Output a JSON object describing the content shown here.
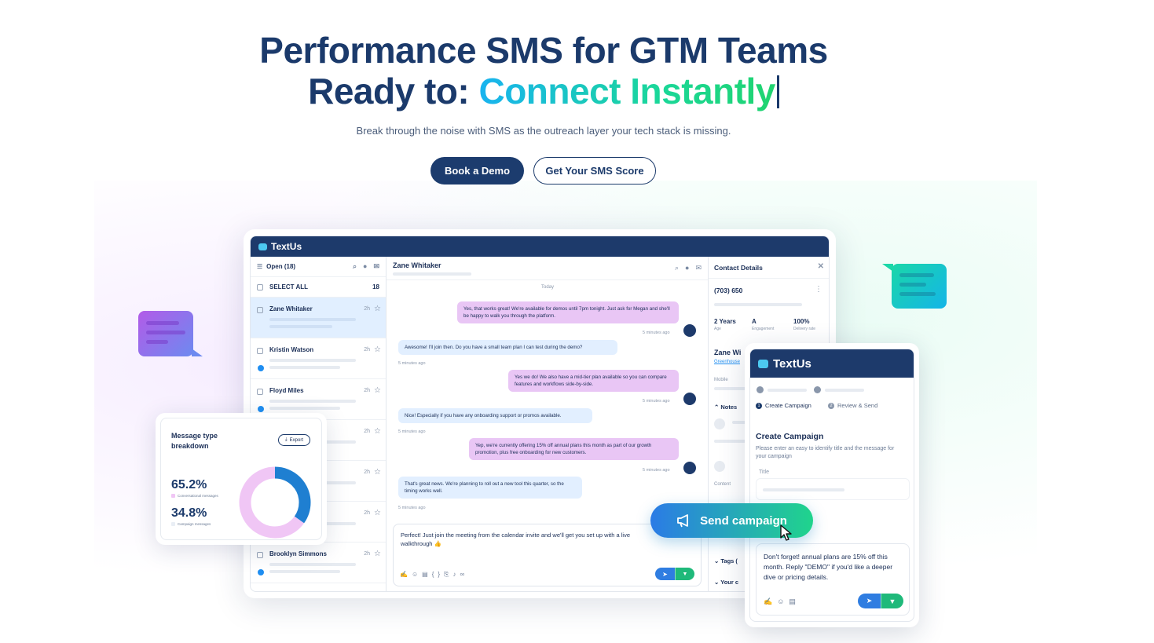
{
  "hero": {
    "line1": "Performance SMS for GTM Teams",
    "line2_prefix": "Ready to: ",
    "line2_highlight": "Connect Instantly",
    "subtitle": "Break through the noise with SMS as the outreach layer your tech stack is missing.",
    "cta_primary": "Book a Demo",
    "cta_secondary": "Get Your SMS Score"
  },
  "app": {
    "brand": "TextUs",
    "list": {
      "filter_label": "Open (18)",
      "select_all": "SELECT ALL",
      "count": "18",
      "contacts": [
        {
          "name": "Zane Whitaker",
          "time": "2h"
        },
        {
          "name": "Kristin Watson",
          "time": "2h"
        },
        {
          "name": "Floyd Miles",
          "time": "2h"
        },
        {
          "name": "",
          "time": "2h"
        },
        {
          "name": "",
          "time": "2h"
        },
        {
          "name": "",
          "time": "2h"
        },
        {
          "name": "Brooklyn Simmons",
          "time": "2h"
        }
      ]
    },
    "chat": {
      "contact_name": "Zane Whitaker",
      "day_label": "Today",
      "messages": [
        {
          "text": "Yes, that works great! We're available for demos until 7pm tonight. Just ask for Megan and she'll be happy to walk you through the platform.",
          "stamp": "5 minutes ago"
        },
        {
          "text": "Awesome! I'll join then. Do you have a small team plan I can test during the demo?",
          "stamp": "5 minutes ago"
        },
        {
          "text": "Yes we do! We also have a mid-tier plan available so you can compare features and workflows side-by-side.",
          "stamp": "5 minutes ago"
        },
        {
          "text": "Nice! Especially if you have any onboarding support or promos available.",
          "stamp": "5 minutes ago"
        },
        {
          "text": "Yep, we're currently offering 15% off annual plans this month as part of our growth promotion, plus free onboarding for new customers.",
          "stamp": "5 minutes ago"
        },
        {
          "text": "That's great news. We're planning to roll out a new tool this quarter, so the timing works well.",
          "stamp": "5 minutes ago"
        }
      ],
      "draft": "Perfect! Just join the meeting from the calendar invite and we'll get you set up with a live walkthrough 👍"
    },
    "details": {
      "title": "Contact Details",
      "phone": "(703) 650",
      "stats": [
        {
          "value": "2 Years",
          "label": "Age"
        },
        {
          "value": "A",
          "label": "Engagement"
        },
        {
          "value": "100%",
          "label": "Delivery rate"
        }
      ],
      "name": "Zane Wi",
      "link": "Greenhouse",
      "mobile_label": "Mobile",
      "notes_label": "Notes",
      "content_label": "Content",
      "tags_label": "Tags (",
      "your_label": "Your c"
    }
  },
  "donut_card": {
    "title": "Message type breakdown",
    "export_label": "Export",
    "pct_a": "65.2%",
    "label_a": "Conversational messages",
    "pct_b": "34.8%",
    "label_b": "Campaign messages",
    "color_a": "#f0c6f5",
    "color_b": "#1f7fd1"
  },
  "send_button": {
    "label": "Send campaign"
  },
  "campaign": {
    "brand": "TextUs",
    "step1": "Create Campaign",
    "step1_num": "1",
    "step2": "Review & Send",
    "step2_num": "2",
    "heading": "Create Campaign",
    "help": "Please enter an easy to identify title and the message for your campaign",
    "title_label": "Title",
    "message": "Don't forget! annual plans are 15% off this month. Reply \"DEMO\" if you'd like a deeper dive or pricing details."
  },
  "chart_data": {
    "type": "pie",
    "categories": [
      "Conversational messages",
      "Campaign messages"
    ],
    "values": [
      65.2,
      34.8
    ],
    "title": "Message type breakdown"
  }
}
